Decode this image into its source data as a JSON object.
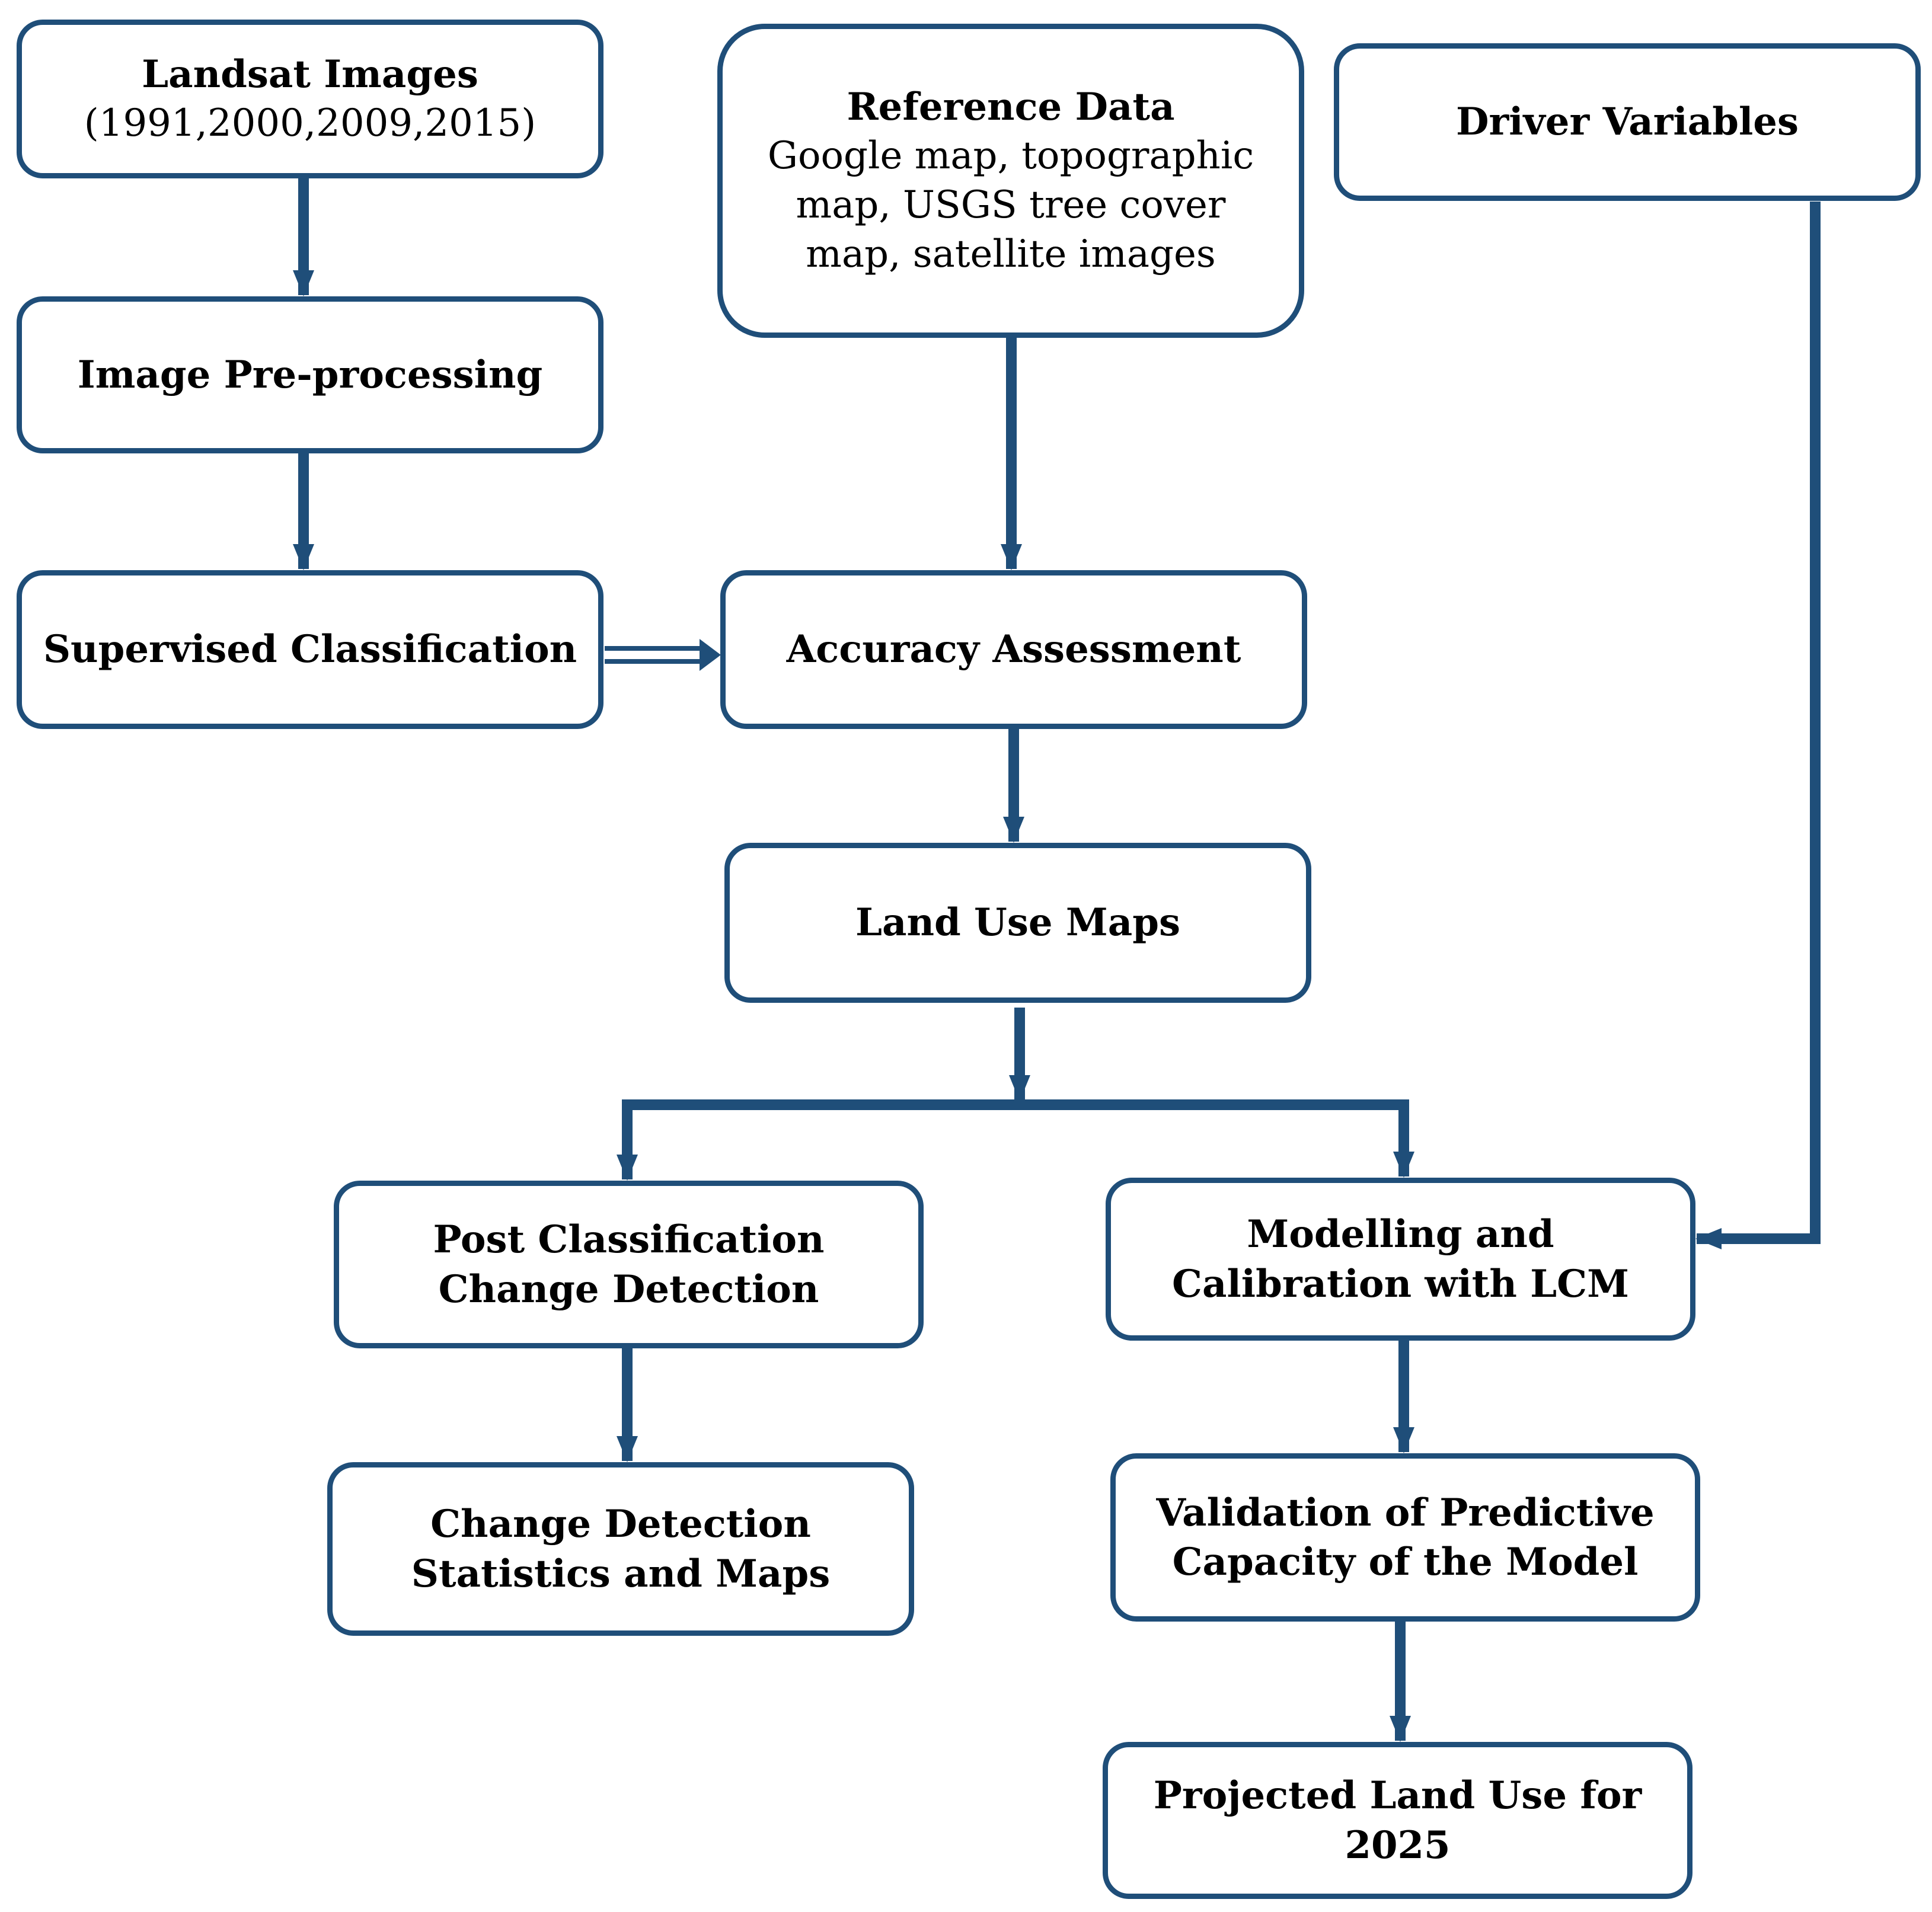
{
  "colors": {
    "box_border": "#1f4e79",
    "arrow": "#1f4e79",
    "text": "#000000",
    "background": "#ffffff"
  },
  "nodes": {
    "landsat": {
      "title": "Landsat Images",
      "sub": "(1991,2000,2009,2015)"
    },
    "preprocessing": {
      "title": "Image Pre-processing"
    },
    "supervised": {
      "title": "Supervised Classification"
    },
    "reference": {
      "title": "Reference Data",
      "lines": [
        "Google map, topographic",
        "map, USGS tree cover",
        "map, satellite images"
      ]
    },
    "driver": {
      "title": "Driver Variables"
    },
    "accuracy": {
      "title": "Accuracy Assessment"
    },
    "landuse": {
      "title": "Land Use Maps"
    },
    "post": {
      "lines": [
        "Post Classification",
        "Change Detection"
      ]
    },
    "modelling": {
      "lines": [
        "Modelling and",
        "Calibration with LCM"
      ]
    },
    "stats": {
      "lines": [
        "Change Detection",
        "Statistics and Maps"
      ]
    },
    "validation": {
      "lines": [
        "Validation of Predictive",
        "Capacity of the Model"
      ]
    },
    "projected": {
      "lines": [
        "Projected Land Use for",
        "2025"
      ]
    }
  }
}
